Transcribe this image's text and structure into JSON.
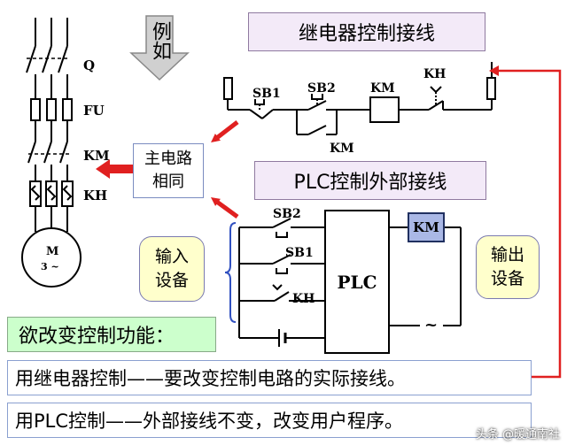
{
  "titles": {
    "relay": "继电器控制接线",
    "plc": "PLC控制外部接线"
  },
  "example": "例如",
  "main_circuit": {
    "labels": [
      "Q",
      "FU",
      "KM",
      "KH"
    ],
    "motor_label": "M",
    "motor_sub": "3 ~"
  },
  "relay_circuit": {
    "sb1": "SB1",
    "sb2": "SB2",
    "km_coil": "KM",
    "km_contact": "KM",
    "kh": "KH"
  },
  "same_box": "主电路相同",
  "plc_circuit": {
    "sb2": "SB2",
    "sb1": "SB1",
    "kh": "KH",
    "plc": "PLC",
    "km": "KM",
    "ac": "~"
  },
  "input_callout": "输入设备",
  "output_callout": "输出设备",
  "function_line": "欲改变控制功能：",
  "relay_statement": "用继电器控制——要改变控制电路的实际接线。",
  "plc_statement": "用PLC控制——外部接线不变，改变用户程序。",
  "watermark": "头条 @暖通南社",
  "colors": {
    "arrow": "#e02020",
    "title_bg": "#f3eaf8",
    "callout_bg": "#ffffcc",
    "func_bg": "#ccffcc",
    "km_fill": "#aab8e6"
  }
}
